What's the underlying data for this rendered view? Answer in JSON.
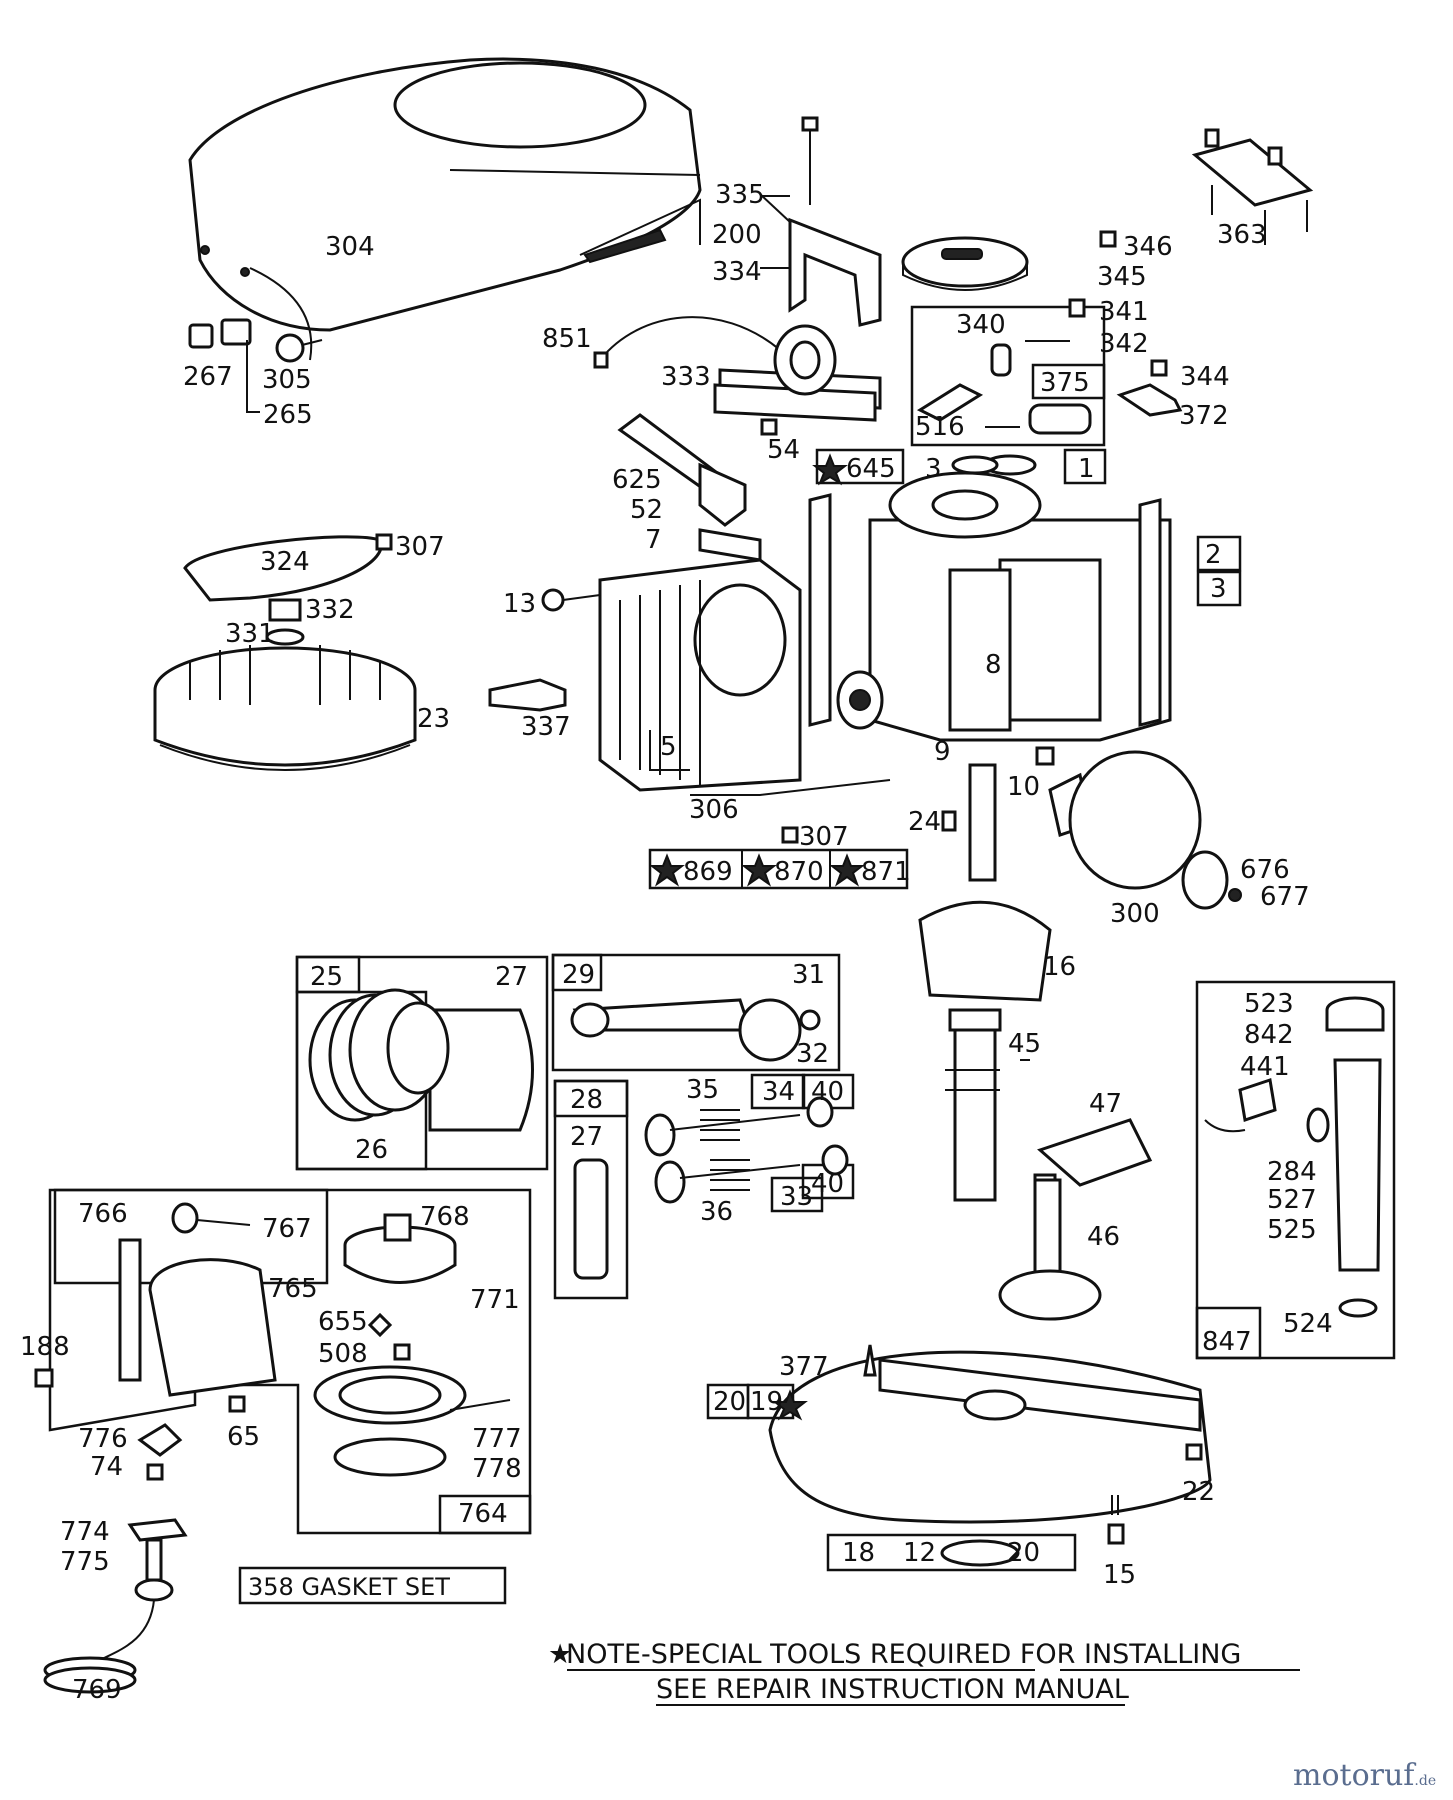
{
  "callouts": {
    "p304": "304",
    "p335": "335",
    "p200": "200",
    "p334": "334",
    "p346": "346",
    "p345": "345",
    "p363": "363",
    "p851": "851",
    "p333": "333",
    "p340": "340",
    "p341": "341",
    "p342": "342",
    "p375": "375",
    "p344": "344",
    "p372": "372",
    "p516": "516",
    "p267": "267",
    "p305": "305",
    "p265": "265",
    "p54": "54",
    "p645": "645",
    "p3a": "3",
    "p1": "1",
    "p625": "625",
    "p52": "52",
    "p7": "7",
    "p2": "2",
    "p3b": "3",
    "p307a": "307",
    "p324": "324",
    "p332": "332",
    "p331": "331",
    "p13": "13",
    "p8": "8",
    "p23": "23",
    "p337": "337",
    "p5": "5",
    "p9": "9",
    "p10": "10",
    "p306": "306",
    "p307b": "307",
    "p24": "24",
    "p869": "869",
    "p870": "870",
    "p871": "871",
    "p676": "676",
    "p677": "677",
    "p300": "300",
    "p16": "16",
    "p25": "25",
    "p27a": "27",
    "p26": "26",
    "p29": "29",
    "p31": "31",
    "p32": "32",
    "p28": "28",
    "p27b": "27",
    "p35": "35",
    "p34": "34",
    "p40a": "40",
    "p36": "36",
    "p33": "33",
    "p40b": "40",
    "p45": "45",
    "p523": "523",
    "p842": "842",
    "p441": "441",
    "p284": "284",
    "p527": "527",
    "p525": "525",
    "p524": "524",
    "p847": "847",
    "p47": "47",
    "p46": "46",
    "p766": "766",
    "p767": "767",
    "p768": "768",
    "p765": "765",
    "p771": "771",
    "p655": "655",
    "p508": "508",
    "p188": "188",
    "p776": "776",
    "p74": "74",
    "p65": "65",
    "p777": "777",
    "p778": "778",
    "p764": "764",
    "p774": "774",
    "p775": "775",
    "p769": "769",
    "p377": "377",
    "p20a": "20",
    "p19": "19",
    "p22": "22",
    "p18": "18",
    "p12": "12",
    "p20b": "20",
    "p15": "15"
  },
  "gasket_set": "358 GASKET SET",
  "note_line1": "NOTE-SPECIAL TOOLS REQUIRED  FOR INSTALLING",
  "note_line2": "SEE REPAIR  INSTRUCTION  MANUAL",
  "watermark": "motoruf",
  "watermark_suffix": ".de"
}
